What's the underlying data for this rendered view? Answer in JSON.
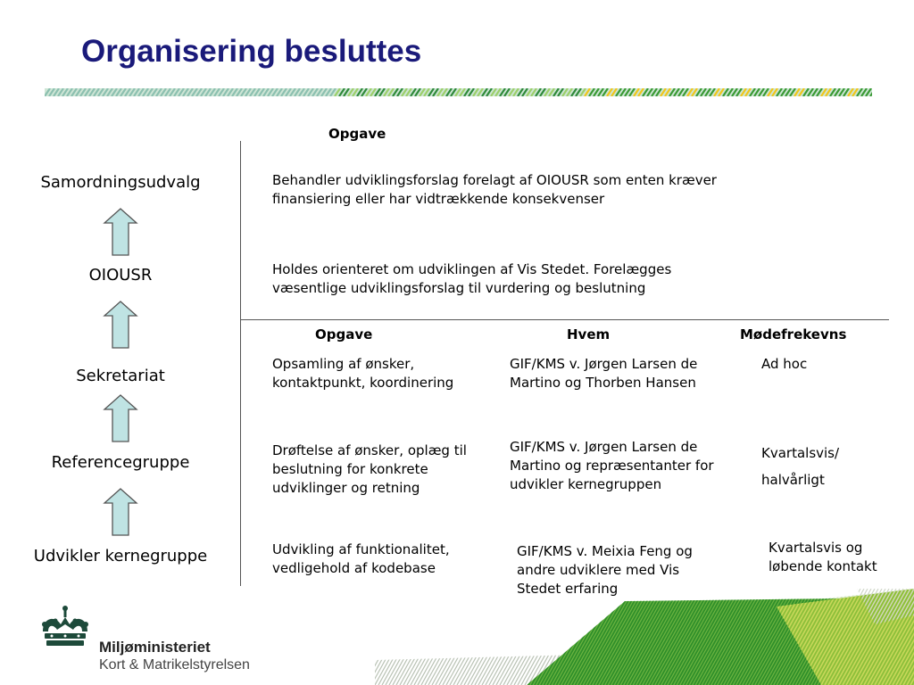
{
  "title": "Organisering besluttes",
  "colors": {
    "title": "#1a1a7a",
    "arrow_fill": "#bfe3e3",
    "green": "#3f9a2e",
    "yellow": "#f0c61a"
  },
  "levels": [
    {
      "label": "Samordningsudvalg"
    },
    {
      "label": "OIOUSR"
    },
    {
      "label": "Sekretariat"
    },
    {
      "label": "Referencegruppe"
    },
    {
      "label": "Udvikler kernegruppe"
    }
  ],
  "top_section": {
    "header": "Opgave",
    "rows": [
      {
        "opgave": "Behandler udviklingsforslag forelagt af OIOUSR som enten kræver finansiering eller har vidtrækkende konsekvenser"
      },
      {
        "opgave": "Holdes orienteret om udviklingen af Vis Stedet. Forelægges væsentlige udviklingsforslag til vurdering og beslutning"
      }
    ]
  },
  "table": {
    "headers": {
      "opgave": "Opgave",
      "hvem": "Hvem",
      "frekvens": "Mødefrekevns"
    },
    "rows": [
      {
        "opgave": "Opsamling af ønsker, kontaktpunkt, koordinering",
        "hvem": "GIF/KMS v. Jørgen Larsen de Martino og Thorben Hansen",
        "frekvens": "Ad hoc"
      },
      {
        "opgave": "Drøftelse af ønsker, oplæg til beslutning for konkrete udviklinger og retning",
        "hvem": "GIF/KMS v. Jørgen Larsen de Martino og repræsentanter for udvikler kernegruppen",
        "frekvens": "Kvartalsvis/ halvårligt"
      },
      {
        "opgave": "Udvikling af funktionalitet, vedligehold af kodebase",
        "hvem": "GIF/KMS v. Meixia Feng og andre udviklere med Vis Stedet erfaring",
        "frekvens": "Kvartalsvis og løbende kontakt"
      }
    ]
  },
  "logo": {
    "line1": "Miljøministeriet",
    "line2": "Kort & Matrikelstyrelsen",
    "icon": "crown-icon"
  }
}
